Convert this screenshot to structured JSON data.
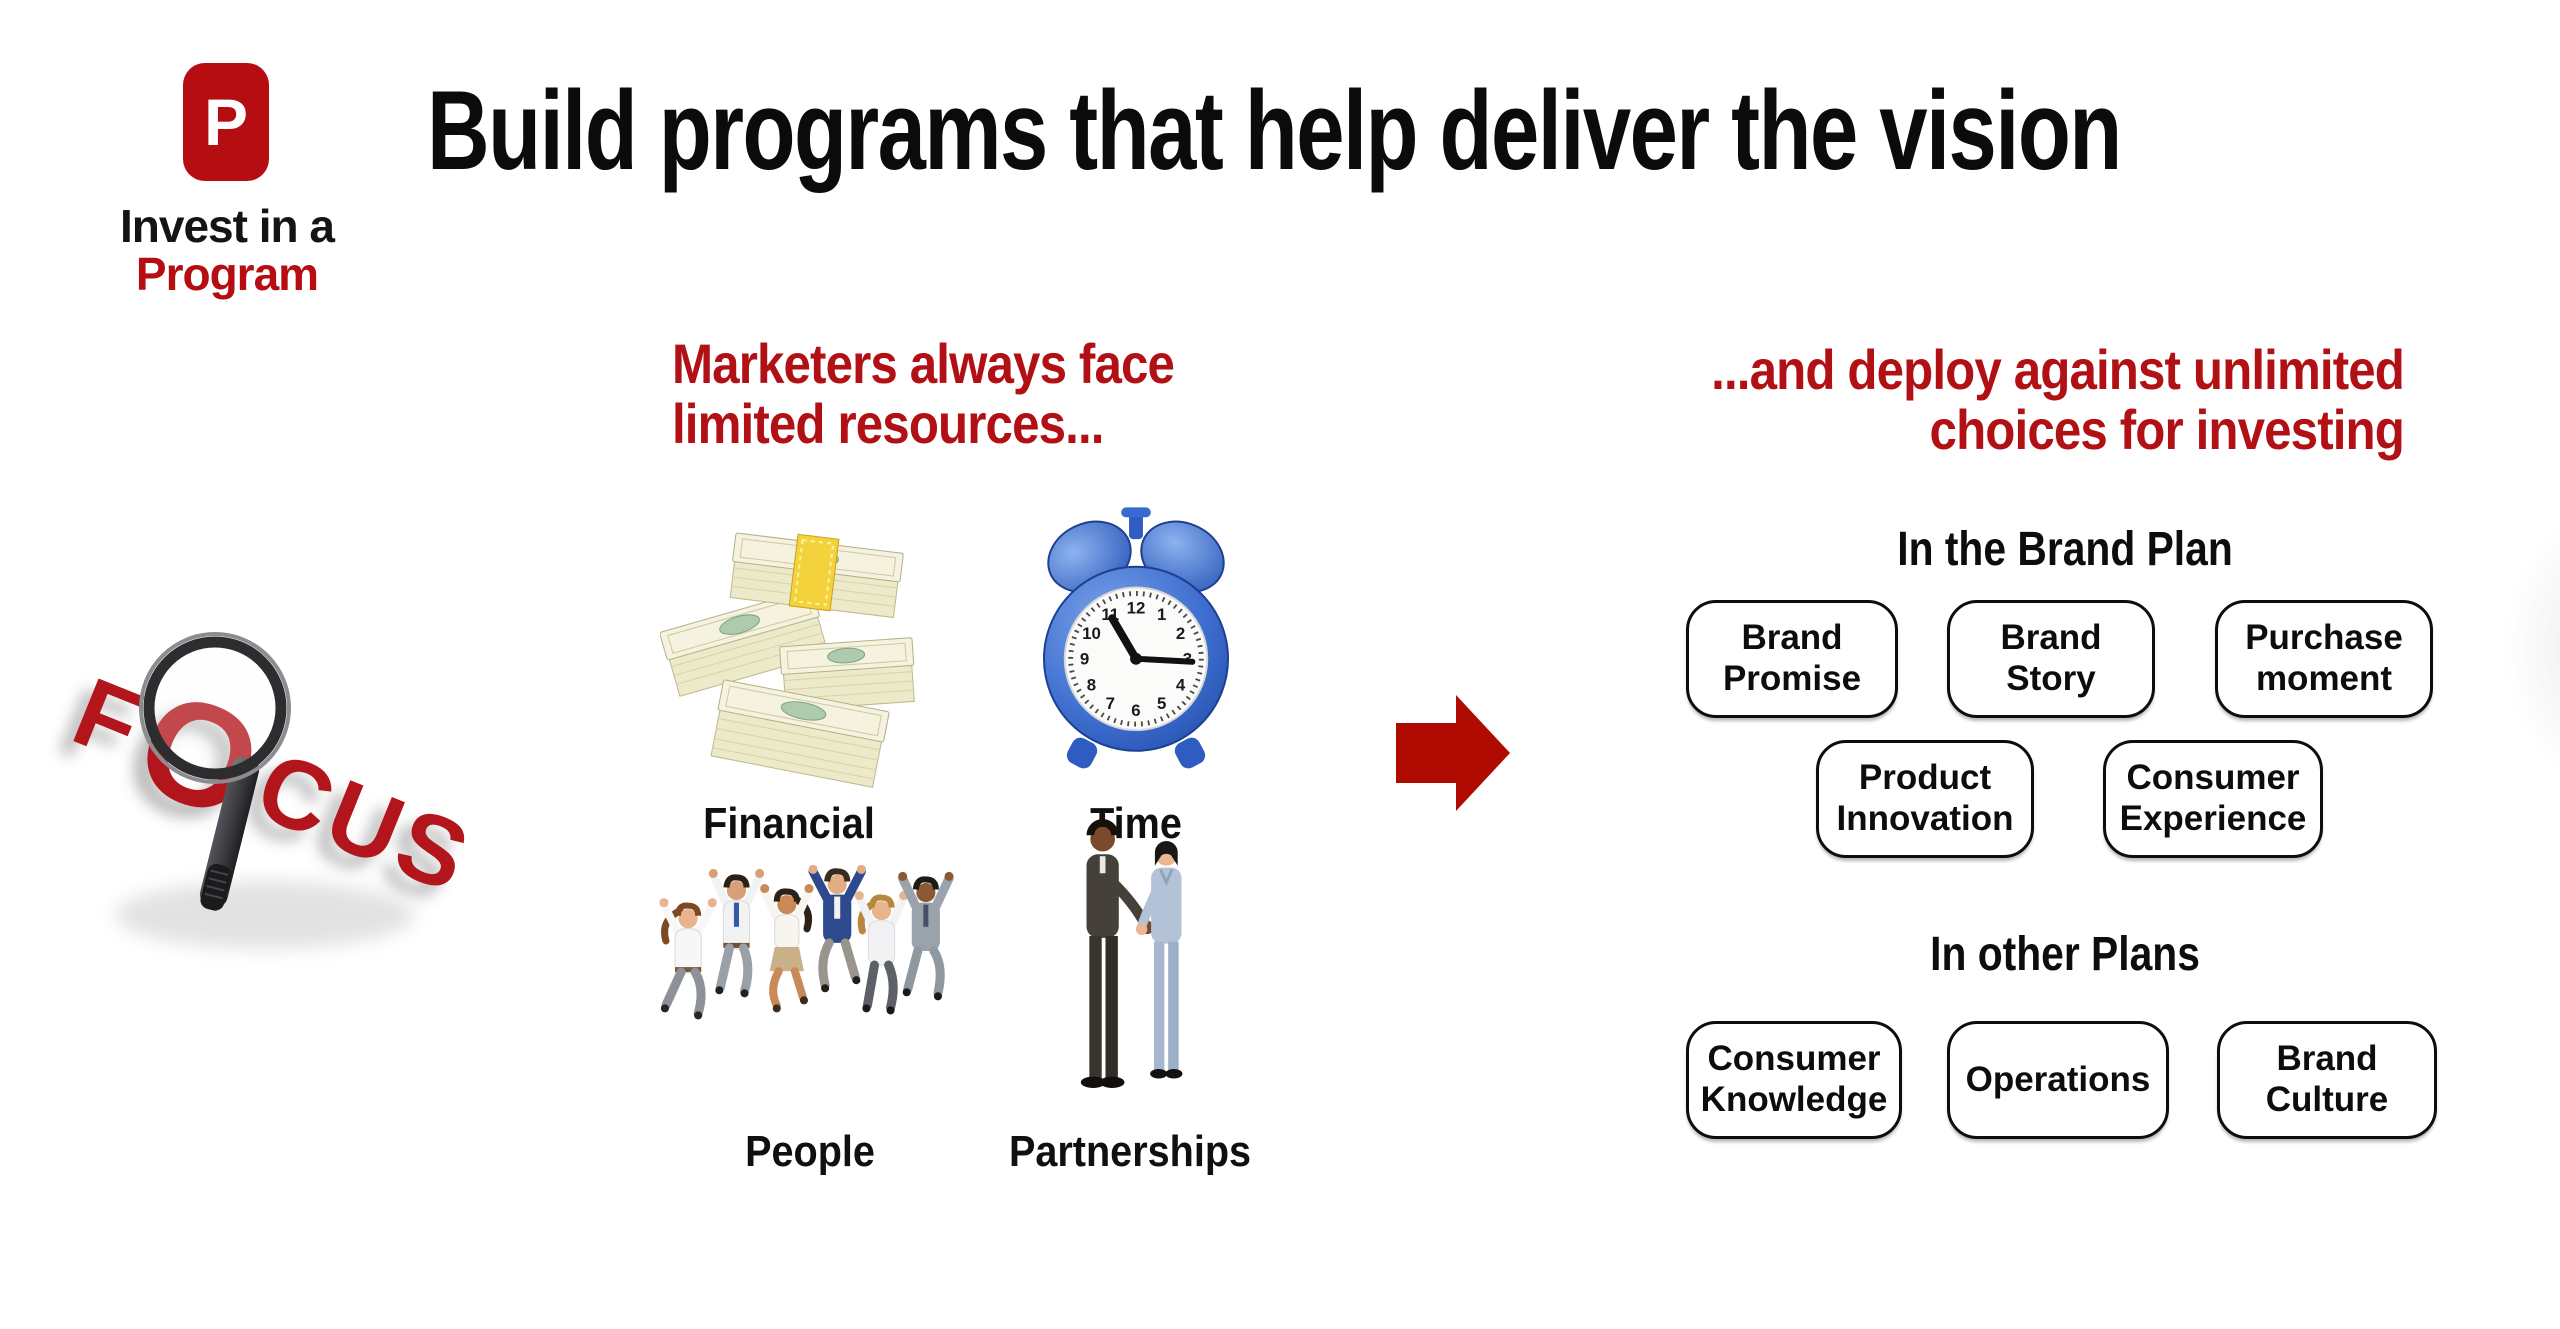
{
  "title": "Build programs that help deliver the vision",
  "logo": {
    "letter": "P",
    "caption_line1": "Invest in a",
    "caption_line2": "Program"
  },
  "focus": {
    "word": "FOCUS",
    "letters": {
      "first": "F",
      "magnified": "O",
      "rest": "CUS"
    },
    "icon": "magnifying-glass-icon"
  },
  "middle": {
    "heading_line1": "Marketers always face",
    "heading_line2": "limited resources...",
    "resources": [
      {
        "label": "Financial",
        "icon": "money-stacks-icon"
      },
      {
        "label": "Time",
        "icon": "alarm-clock-icon"
      },
      {
        "label": "People",
        "icon": "jumping-people-icon"
      },
      {
        "label": "Partnerships",
        "icon": "handshake-icon"
      }
    ]
  },
  "arrow": {
    "icon": "right-arrow-icon",
    "color": "#b00b00"
  },
  "right": {
    "heading_line1": "...and deploy against unlimited",
    "heading_line2": "choices for investing",
    "groups": [
      {
        "title": "In the Brand Plan",
        "boxes": [
          "Brand Promise",
          "Brand Story",
          "Purchase moment",
          "Product Innovation",
          "Consumer Experience"
        ]
      },
      {
        "title": "In other Plans",
        "boxes": [
          "Consumer Knowledge",
          "Operations",
          "Brand Culture"
        ]
      }
    ]
  },
  "colors": {
    "brand_red": "#b50d12",
    "heading_red": "#b11015",
    "focus_red": "#b2161c",
    "arrow_red": "#b00b00",
    "text_black": "#111111",
    "clock_blue": "#3f6fd0"
  }
}
